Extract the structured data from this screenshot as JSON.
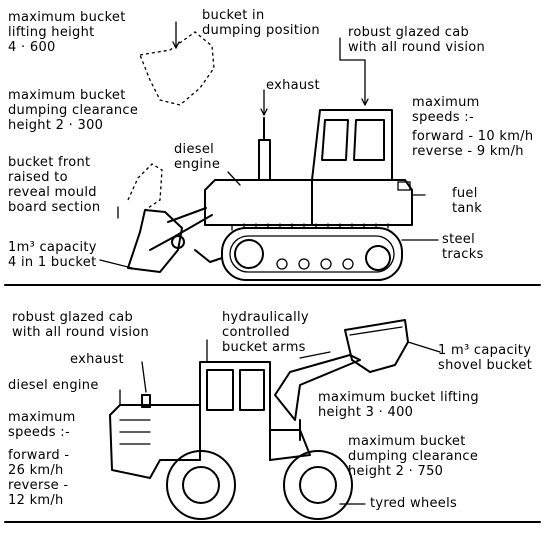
{
  "top": {
    "max_lift": [
      "maximum bucket",
      "lifting height",
      "4 · 600"
    ],
    "bucket_dumping": [
      "bucket in",
      "dumping position"
    ],
    "cab": [
      "robust glazed cab",
      "with all round vision"
    ],
    "max_dump": [
      "maximum bucket",
      "dumping clearance",
      "height  2 · 300"
    ],
    "exhaust": "exhaust",
    "speeds": [
      "maximum",
      "speeds :-",
      "forward - 10 km/h",
      "reverse  -  9 km/h"
    ],
    "engine": [
      "diesel",
      "engine"
    ],
    "bucket_front": [
      "bucket front",
      "raised to",
      "reveal mould",
      "board section"
    ],
    "fuel": [
      "fuel",
      "tank"
    ],
    "capacity": [
      "1m³ capacity",
      "4 in 1 bucket"
    ],
    "tracks": [
      "steel",
      "tracks"
    ]
  },
  "bottom": {
    "cab": [
      "robust glazed cab",
      "with all round vision"
    ],
    "arms": [
      "hydraulically",
      "controlled",
      "bucket arms"
    ],
    "capacity": [
      "1 m³ capacity",
      "shovel bucket"
    ],
    "exhaust": "exhaust",
    "engine": "diesel engine",
    "max_lift": [
      "maximum bucket lifting",
      "height  3 · 400"
    ],
    "speeds": [
      "maximum",
      "speeds :-",
      "forward -",
      "26 km/h",
      "reverse  -",
      "12 km/h"
    ],
    "max_dump": [
      "maximum bucket",
      "dumping clearance",
      "height  2 · 750"
    ],
    "wheels": "tyred wheels"
  }
}
